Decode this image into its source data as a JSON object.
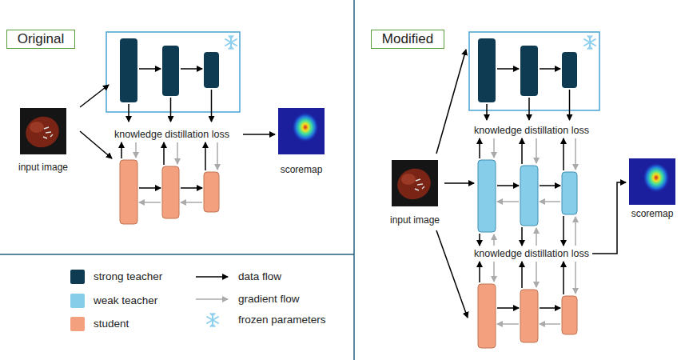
{
  "diagram": {
    "nodes": [
      {
        "text": [
          "Original"
        ]
      },
      {
        "text": [
          "input image"
        ]
      },
      {
        "text": [
          "scoremap"
        ]
      },
      {
        "text": [
          "Modified"
        ]
      },
      {
        "text": [
          "input image"
        ]
      },
      {
        "text": [
          "scoremap"
        ]
      }
    ],
    "labels": [
      "knowledge distillation loss",
      "knowledge distillation loss",
      "knowledge distillation loss"
    ],
    "legend": [
      {
        "text": "strong teacher",
        "color": "#0f3b52"
      },
      {
        "text": "weak teacher",
        "color": "#86cdea"
      },
      {
        "text": "student",
        "color": "#f2a07e"
      },
      {
        "text": "data flow"
      },
      {
        "text": "gradient flow"
      },
      {
        "text": "frozen parameters"
      }
    ]
  }
}
